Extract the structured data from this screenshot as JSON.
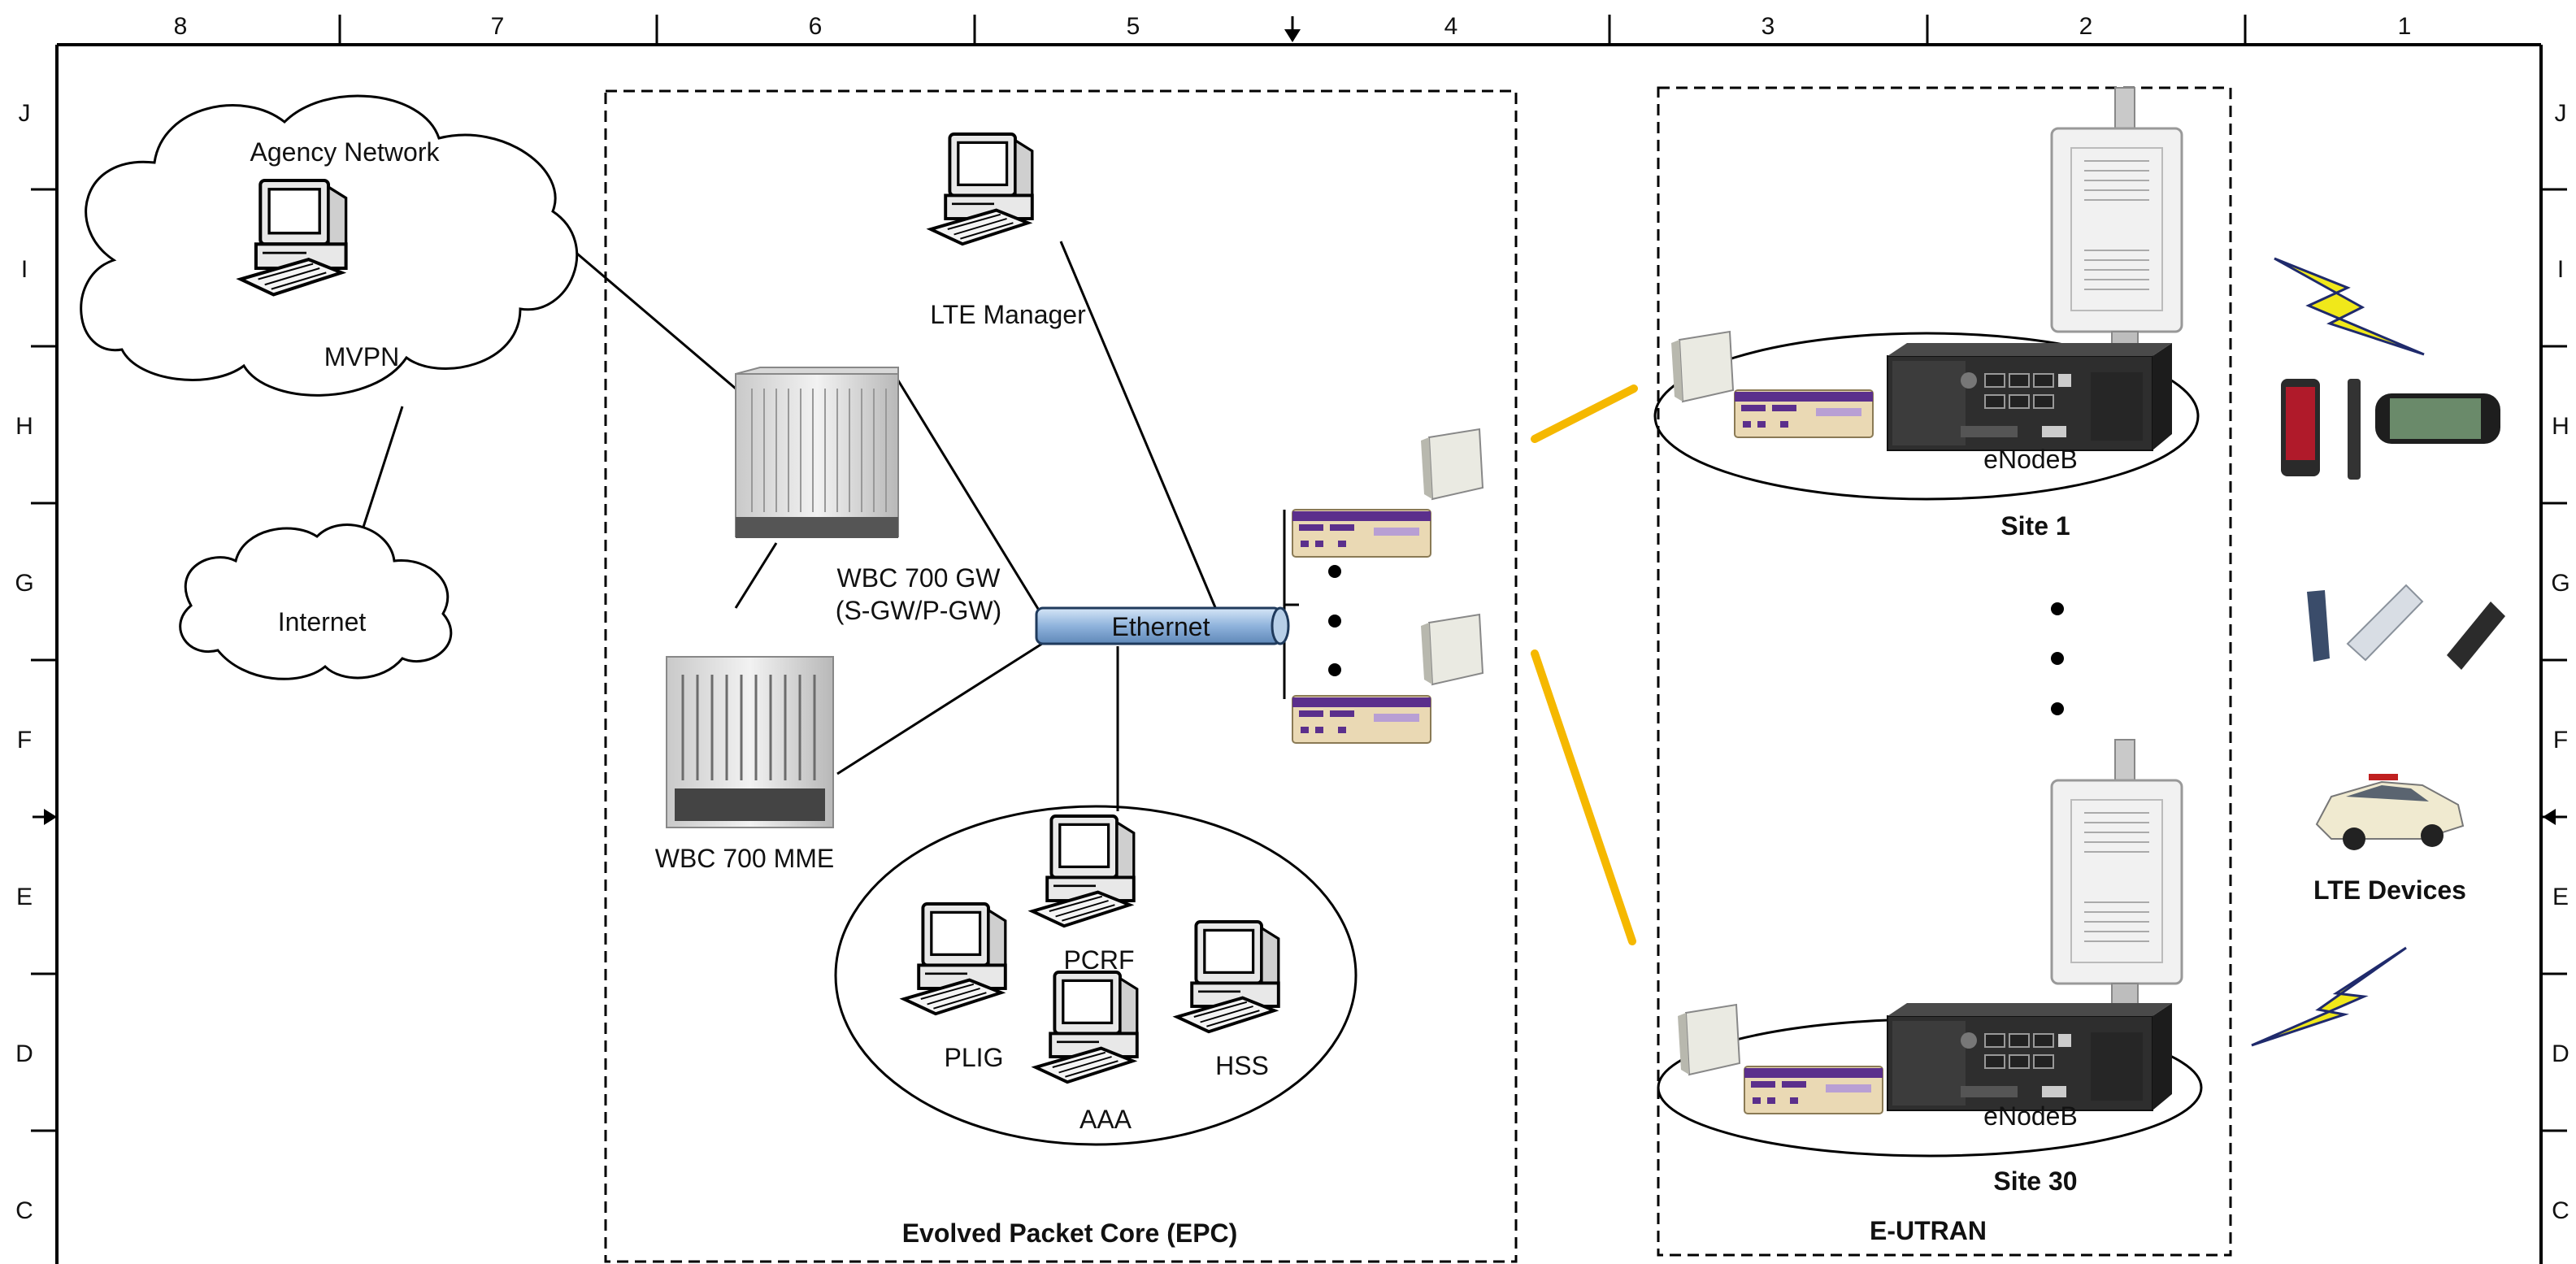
{
  "frame": {
    "columns": [
      "8",
      "7",
      "6",
      "5",
      "4",
      "3",
      "2",
      "1"
    ],
    "rows": [
      "J",
      "I",
      "H",
      "G",
      "F",
      "E",
      "D",
      "C"
    ]
  },
  "clouds": {
    "agency": "Agency Network",
    "agency_pc": "MVPN",
    "internet": "Internet"
  },
  "epc": {
    "title": "Evolved Packet Core (EPC)",
    "lte_manager": "LTE Manager",
    "gw_line1": "WBC 700 GW",
    "gw_line2": "(S-GW/P-GW)",
    "mme": "WBC 700 MME",
    "ethernet": "Ethernet",
    "pcrf": "PCRF",
    "plig": "PLIG",
    "hss": "HSS",
    "aaa": "AAA"
  },
  "eutran": {
    "title": "E-UTRAN",
    "site1_node": "eNodeB",
    "site1": "Site 1",
    "site30_node": "eNodeB",
    "site30": "Site 30"
  },
  "devices": {
    "label": "LTE Devices"
  },
  "colors": {
    "lightning": "#f0e81a",
    "radio_link": "#f5b800",
    "ethernet_bar": "#9dbde0",
    "equipment_dark": "#2e2e2e",
    "plug_body": "#ead9b4",
    "plug_band": "#5b2f8c"
  }
}
